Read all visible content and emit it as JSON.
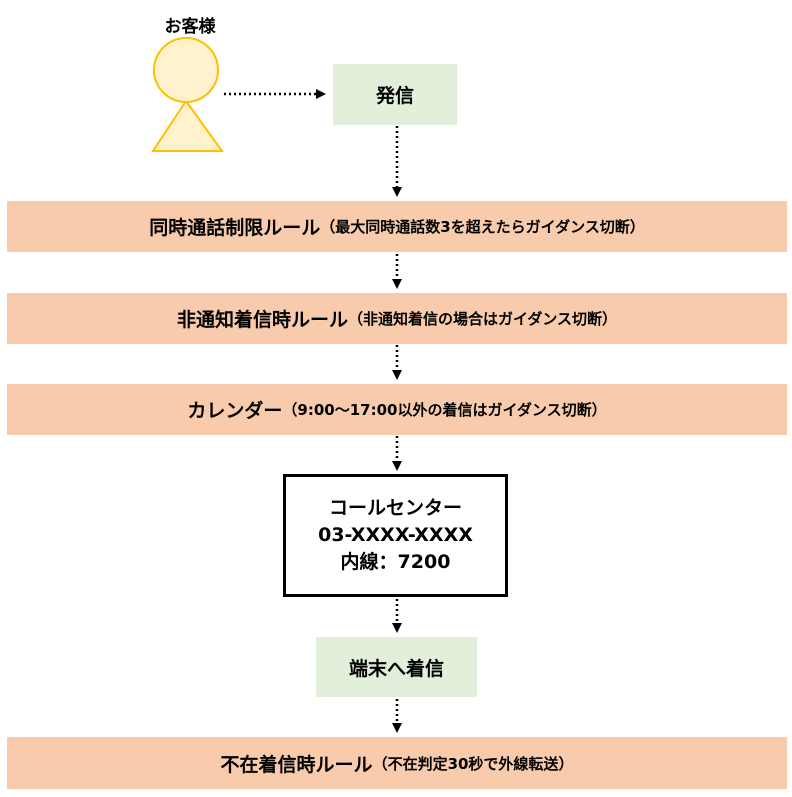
{
  "customer": {
    "label": "お客様",
    "icon": "person-icon",
    "fill_color": "#fff2cc",
    "stroke_color": "#ffc000"
  },
  "call_node": {
    "label": "発信",
    "color": "#e2efda"
  },
  "rules": [
    {
      "title": "同時通話制限ルール",
      "detail": "（最大同時通話数3を超えたらガイダンス切断）"
    },
    {
      "title": "非通知着信時ルール",
      "detail": "（非通知着信の場合はガイダンス切断）"
    },
    {
      "title": "カレンダー",
      "detail": "（9:00～17:00以外の着信はガイダンス切断）"
    }
  ],
  "call_center": {
    "name": "コールセンター",
    "phone": "03-XXXX-XXXX",
    "extension": "内線：7200"
  },
  "terminal_node": {
    "label": "端末へ着信",
    "color": "#e2efda"
  },
  "missed_rule": {
    "title": "不在着信時ルール",
    "detail": "（不在判定30秒で外線転送）"
  },
  "colors": {
    "rule_bar": "#f8cbad",
    "arrow": "#000000"
  }
}
